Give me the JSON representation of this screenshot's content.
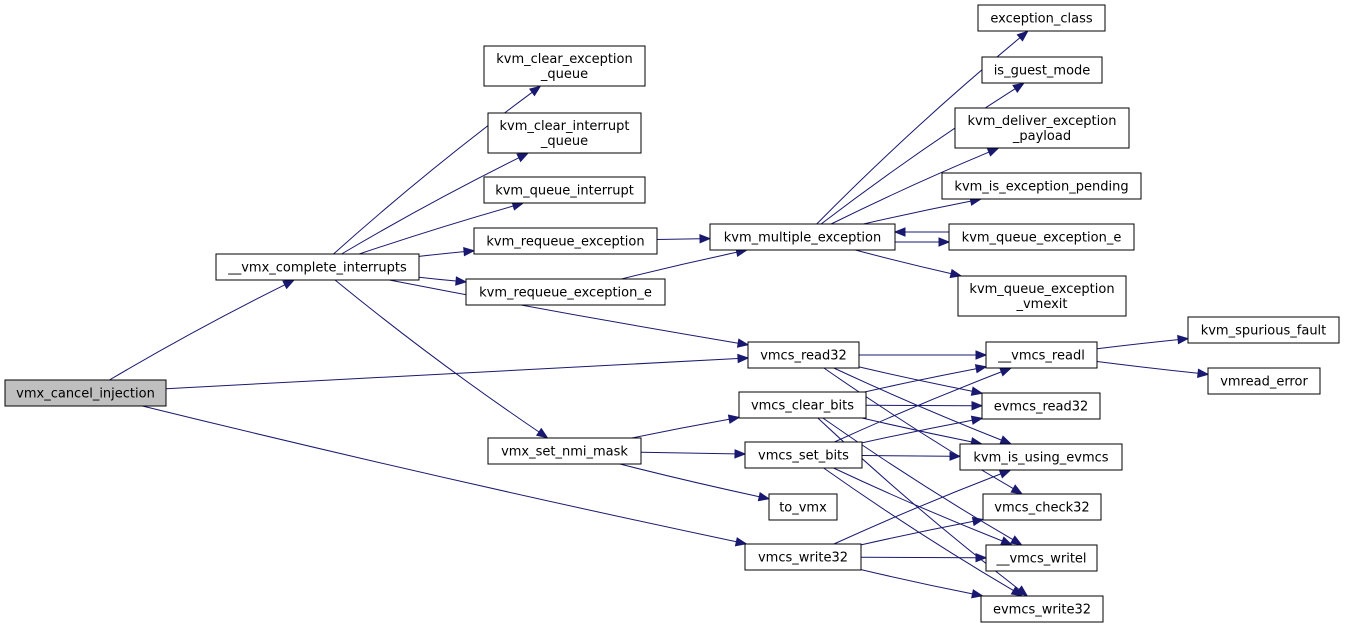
{
  "graph": {
    "nodes": [
      {
        "id": "vmx_cancel_injection",
        "lines": [
          "vmx_cancel_injection"
        ],
        "root": true
      },
      {
        "id": "__vmx_complete_interrupts",
        "lines": [
          "__vmx_complete_interrupts"
        ]
      },
      {
        "id": "kvm_clear_exception_queue",
        "lines": [
          "kvm_clear_exception",
          "_queue"
        ]
      },
      {
        "id": "kvm_clear_interrupt_queue",
        "lines": [
          "kvm_clear_interrupt",
          "_queue"
        ]
      },
      {
        "id": "kvm_queue_interrupt",
        "lines": [
          "kvm_queue_interrupt"
        ]
      },
      {
        "id": "kvm_requeue_exception",
        "lines": [
          "kvm_requeue_exception"
        ]
      },
      {
        "id": "kvm_requeue_exception_e",
        "lines": [
          "kvm_requeue_exception_e"
        ]
      },
      {
        "id": "kvm_multiple_exception",
        "lines": [
          "kvm_multiple_exception"
        ]
      },
      {
        "id": "exception_class",
        "lines": [
          "exception_class"
        ]
      },
      {
        "id": "is_guest_mode",
        "lines": [
          "is_guest_mode"
        ]
      },
      {
        "id": "kvm_deliver_exception_payload",
        "lines": [
          "kvm_deliver_exception",
          "_payload"
        ]
      },
      {
        "id": "kvm_is_exception_pending",
        "lines": [
          "kvm_is_exception_pending"
        ]
      },
      {
        "id": "kvm_queue_exception_e",
        "lines": [
          "kvm_queue_exception_e"
        ]
      },
      {
        "id": "kvm_queue_exception_vmexit",
        "lines": [
          "kvm_queue_exception",
          "_vmexit"
        ]
      },
      {
        "id": "vmcs_read32",
        "lines": [
          "vmcs_read32"
        ]
      },
      {
        "id": "__vmcs_readl",
        "lines": [
          "__vmcs_readl"
        ]
      },
      {
        "id": "kvm_spurious_fault",
        "lines": [
          "kvm_spurious_fault"
        ]
      },
      {
        "id": "vmread_error",
        "lines": [
          "vmread_error"
        ]
      },
      {
        "id": "evmcs_read32",
        "lines": [
          "evmcs_read32"
        ]
      },
      {
        "id": "vmcs_clear_bits",
        "lines": [
          "vmcs_clear_bits"
        ]
      },
      {
        "id": "vmx_set_nmi_mask",
        "lines": [
          "vmx_set_nmi_mask"
        ]
      },
      {
        "id": "vmcs_set_bits",
        "lines": [
          "vmcs_set_bits"
        ]
      },
      {
        "id": "kvm_is_using_evmcs",
        "lines": [
          "kvm_is_using_evmcs"
        ]
      },
      {
        "id": "to_vmx",
        "lines": [
          "to_vmx"
        ]
      },
      {
        "id": "vmcs_check32",
        "lines": [
          "vmcs_check32"
        ]
      },
      {
        "id": "vmcs_write32",
        "lines": [
          "vmcs_write32"
        ]
      },
      {
        "id": "__vmcs_writel",
        "lines": [
          "__vmcs_writel"
        ]
      },
      {
        "id": "evmcs_write32",
        "lines": [
          "evmcs_write32"
        ]
      }
    ],
    "edges": [
      {
        "from": "vmx_cancel_injection",
        "to": "__vmx_complete_interrupts"
      },
      {
        "from": "vmx_cancel_injection",
        "to": "vmcs_read32"
      },
      {
        "from": "vmx_cancel_injection",
        "to": "vmcs_write32"
      },
      {
        "from": "__vmx_complete_interrupts",
        "to": "kvm_clear_exception_queue"
      },
      {
        "from": "__vmx_complete_interrupts",
        "to": "kvm_clear_interrupt_queue"
      },
      {
        "from": "__vmx_complete_interrupts",
        "to": "kvm_queue_interrupt"
      },
      {
        "from": "__vmx_complete_interrupts",
        "to": "kvm_requeue_exception"
      },
      {
        "from": "__vmx_complete_interrupts",
        "to": "kvm_requeue_exception_e"
      },
      {
        "from": "__vmx_complete_interrupts",
        "to": "vmcs_read32"
      },
      {
        "from": "__vmx_complete_interrupts",
        "to": "vmx_set_nmi_mask"
      },
      {
        "from": "kvm_requeue_exception",
        "to": "kvm_multiple_exception"
      },
      {
        "from": "kvm_requeue_exception_e",
        "to": "kvm_multiple_exception"
      },
      {
        "from": "kvm_multiple_exception",
        "to": "exception_class"
      },
      {
        "from": "kvm_multiple_exception",
        "to": "is_guest_mode"
      },
      {
        "from": "kvm_multiple_exception",
        "to": "kvm_deliver_exception_payload"
      },
      {
        "from": "kvm_multiple_exception",
        "to": "kvm_is_exception_pending"
      },
      {
        "from": "kvm_multiple_exception",
        "to": "kvm_queue_exception_e"
      },
      {
        "from": "kvm_queue_exception_e",
        "to": "kvm_multiple_exception"
      },
      {
        "from": "kvm_multiple_exception",
        "to": "kvm_queue_exception_vmexit"
      },
      {
        "from": "vmcs_read32",
        "to": "__vmcs_readl"
      },
      {
        "from": "vmcs_read32",
        "to": "evmcs_read32"
      },
      {
        "from": "vmcs_read32",
        "to": "kvm_is_using_evmcs"
      },
      {
        "from": "vmcs_read32",
        "to": "vmcs_check32"
      },
      {
        "from": "__vmcs_readl",
        "to": "kvm_spurious_fault"
      },
      {
        "from": "__vmcs_readl",
        "to": "vmread_error"
      },
      {
        "from": "vmx_set_nmi_mask",
        "to": "vmcs_clear_bits"
      },
      {
        "from": "vmx_set_nmi_mask",
        "to": "vmcs_set_bits"
      },
      {
        "from": "vmx_set_nmi_mask",
        "to": "to_vmx"
      },
      {
        "from": "vmcs_clear_bits",
        "to": "__vmcs_readl"
      },
      {
        "from": "vmcs_clear_bits",
        "to": "evmcs_read32"
      },
      {
        "from": "vmcs_clear_bits",
        "to": "kvm_is_using_evmcs"
      },
      {
        "from": "vmcs_clear_bits",
        "to": "__vmcs_writel"
      },
      {
        "from": "vmcs_clear_bits",
        "to": "evmcs_write32"
      },
      {
        "from": "vmcs_set_bits",
        "to": "__vmcs_readl"
      },
      {
        "from": "vmcs_set_bits",
        "to": "evmcs_read32"
      },
      {
        "from": "vmcs_set_bits",
        "to": "kvm_is_using_evmcs"
      },
      {
        "from": "vmcs_set_bits",
        "to": "__vmcs_writel"
      },
      {
        "from": "vmcs_set_bits",
        "to": "evmcs_write32"
      },
      {
        "from": "vmcs_write32",
        "to": "kvm_is_using_evmcs"
      },
      {
        "from": "vmcs_write32",
        "to": "vmcs_check32"
      },
      {
        "from": "vmcs_write32",
        "to": "__vmcs_writel"
      },
      {
        "from": "vmcs_write32",
        "to": "evmcs_write32"
      }
    ]
  }
}
